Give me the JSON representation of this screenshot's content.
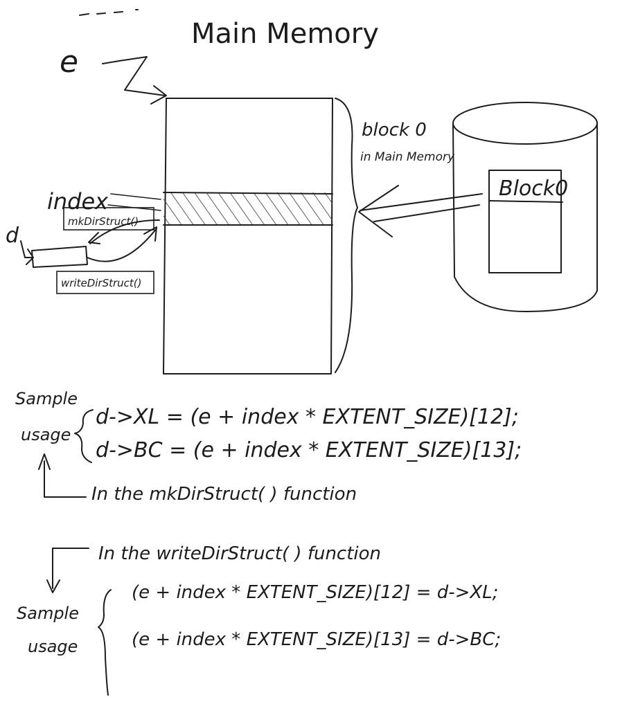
{
  "diagram": {
    "title": "Main Memory",
    "pointer_label": "e",
    "block_label_line1": "block 0",
    "block_label_line2": "in Main Memory",
    "disk_block_label": "Block0",
    "index_label": "index",
    "d_label": "d",
    "mk_func_label": "mkDirStruct()",
    "write_func_label": "writeDirStruct()",
    "sample_word": "Sample",
    "usage_word": "usage",
    "mk_line1": "d->XL = (e + index * EXTENT_SIZE)[12];",
    "mk_line2": "d->BC = (e + index * EXTENT_SIZE)[13];",
    "mk_note": "In the mkDirStruct( ) function",
    "write_note": "In the writeDirStruct( ) function",
    "write_line1": "(e + index * EXTENT_SIZE)[12] = d->XL;",
    "write_line2": "(e + index * EXTENT_SIZE)[13] = d->BC;"
  }
}
